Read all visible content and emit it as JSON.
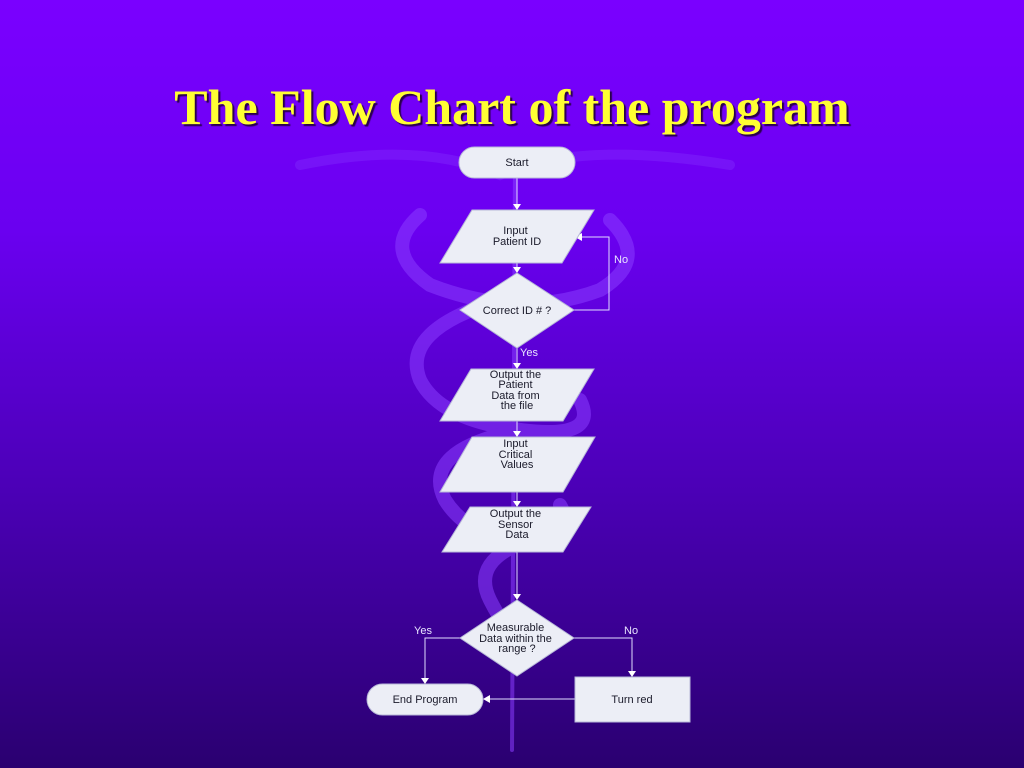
{
  "slide": {
    "title": "The Flow Chart of the program"
  },
  "colors": {
    "background_top": "#7a00ff",
    "background_bottom": "#2a0070",
    "title": "#ffff33",
    "shape_fill": "#eceef6",
    "watermark": "#8a3cff"
  },
  "watermark": {
    "icon": "caduceus-icon"
  },
  "nodes": {
    "start": "Start",
    "input_patient_id": [
      "Input",
      "Patient ID"
    ],
    "correct_id": "Correct ID # ?",
    "output_patient_data": [
      "Output the",
      "Patient",
      "Data from",
      "the file"
    ],
    "input_critical": [
      "Input",
      "Critical",
      "Values"
    ],
    "output_sensor": [
      "Output the",
      "Sensor",
      "Data"
    ],
    "measurable": [
      "Measurable",
      "Data within the",
      "range ?"
    ],
    "end_program": "End Program",
    "turn_red": "Turn red"
  },
  "edge_labels": {
    "id_no": "No",
    "id_yes": "Yes",
    "range_yes": "Yes",
    "range_no": "No"
  }
}
